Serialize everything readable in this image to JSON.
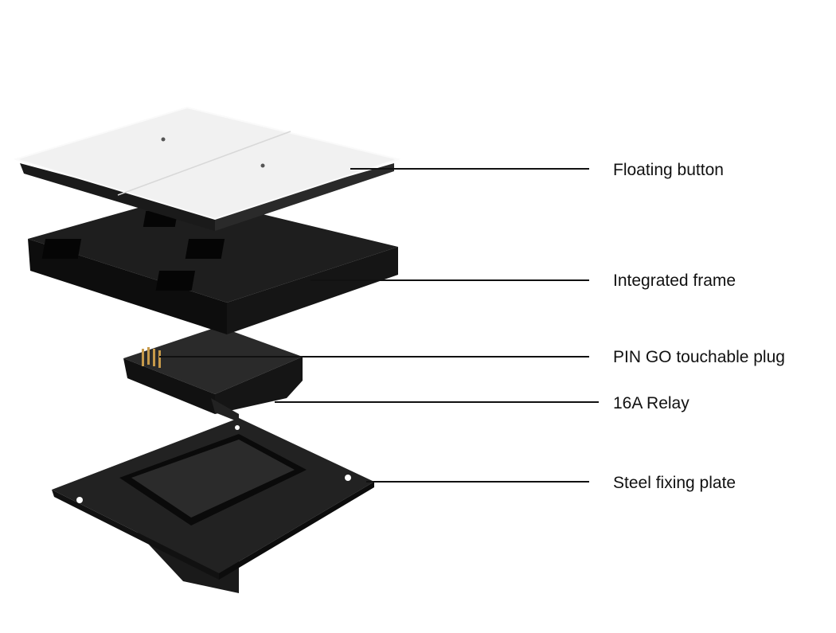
{
  "labels": {
    "floating_button": "Floating button",
    "integrated_frame": "Integrated frame",
    "pin_go_plug": "PIN GO touchable plug",
    "relay": "16A Relay",
    "steel_plate": "Steel fixing plate"
  }
}
